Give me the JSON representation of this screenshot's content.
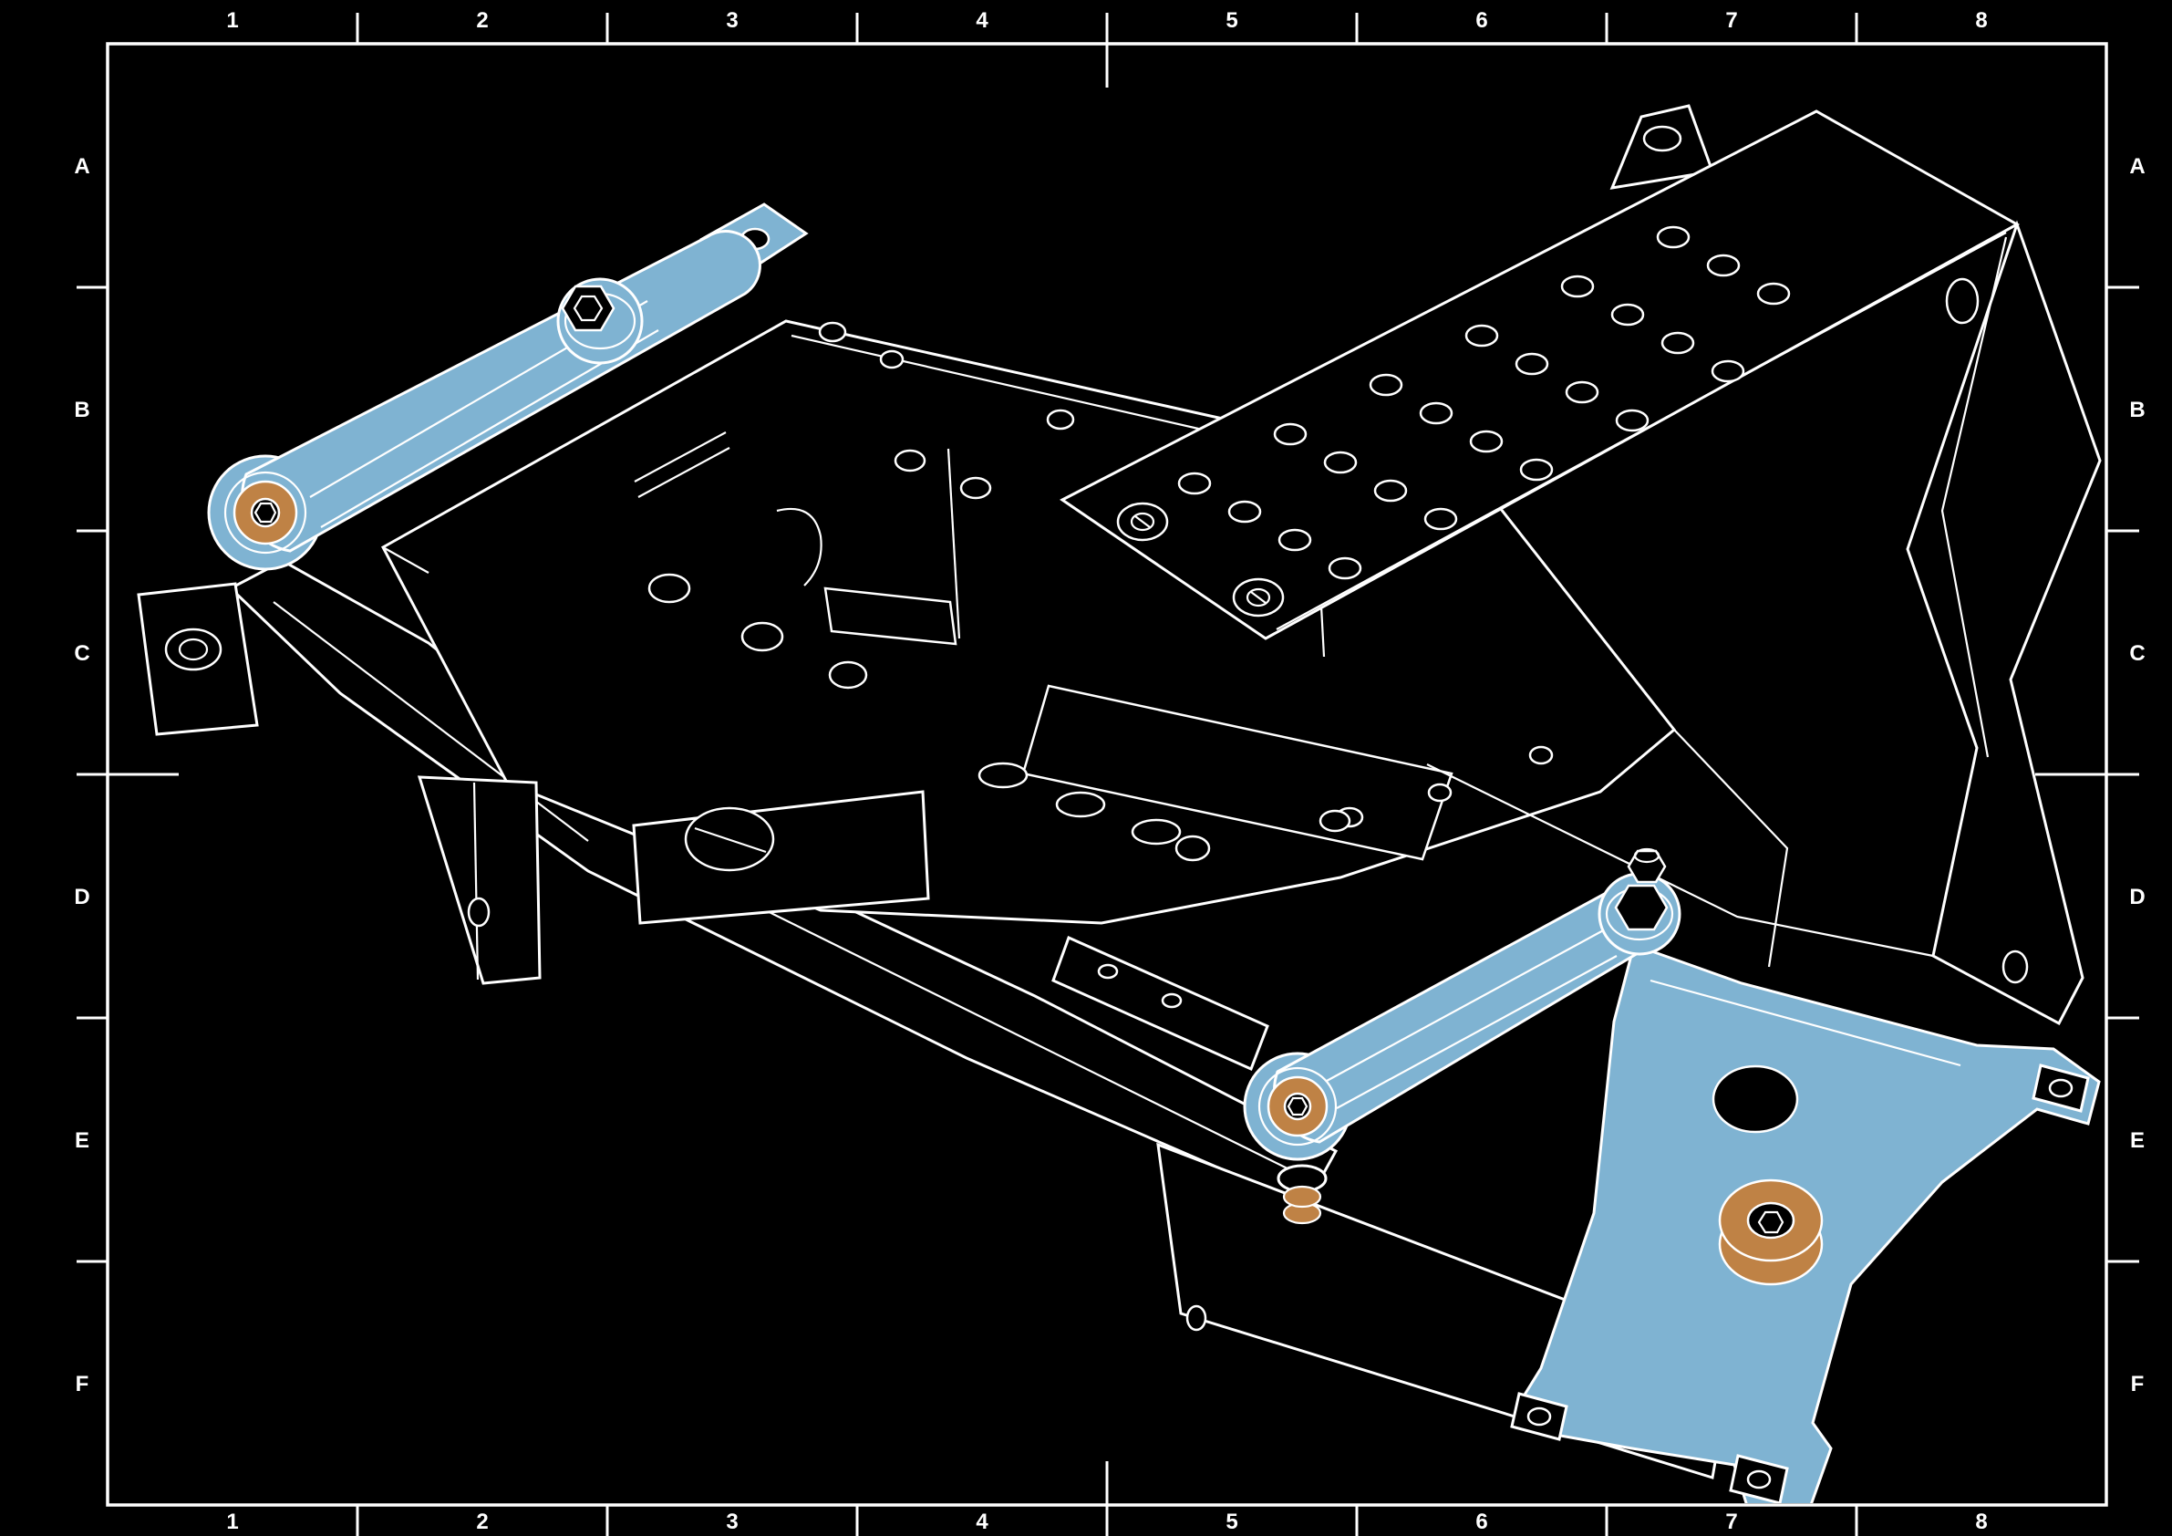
{
  "frame": {
    "columns": [
      "1",
      "2",
      "3",
      "4",
      "5",
      "6",
      "7",
      "8"
    ],
    "rows": [
      "A",
      "B",
      "C",
      "D",
      "E",
      "F"
    ]
  },
  "colors": {
    "background": "#000000",
    "line_white": "#ffffff",
    "part_highlight_blue": "#7fb3d2",
    "bushing_orange": "#bf8245"
  }
}
